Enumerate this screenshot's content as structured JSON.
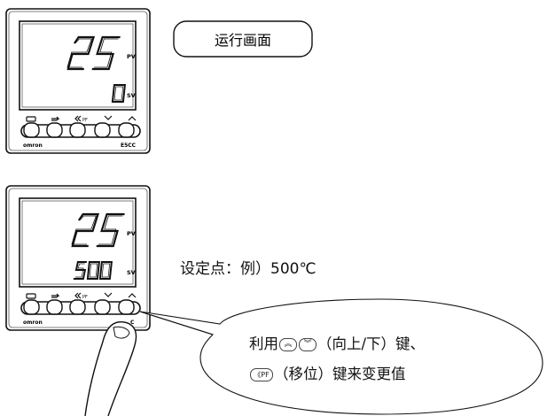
{
  "run_screen_label": "运行画面",
  "controller_top": {
    "pv_value": "25",
    "sv_value": "0",
    "pv_tag": "PV",
    "sv_tag": "SV",
    "brand": "omron",
    "model": "E5CC"
  },
  "controller_bottom": {
    "pv_value": "25",
    "sv_value": "500",
    "pv_tag": "PV",
    "sv_tag": "SV",
    "brand": "omron",
    "model": "C"
  },
  "setpoint_caption": "设定点：例）500℃",
  "bubble": {
    "line1_pre": "利用",
    "line1_post": "（向上/下）键、",
    "line2_post": "（移位）键来变更值",
    "key_up": "up-key",
    "key_down": "down-key",
    "key_pf": "PF"
  }
}
